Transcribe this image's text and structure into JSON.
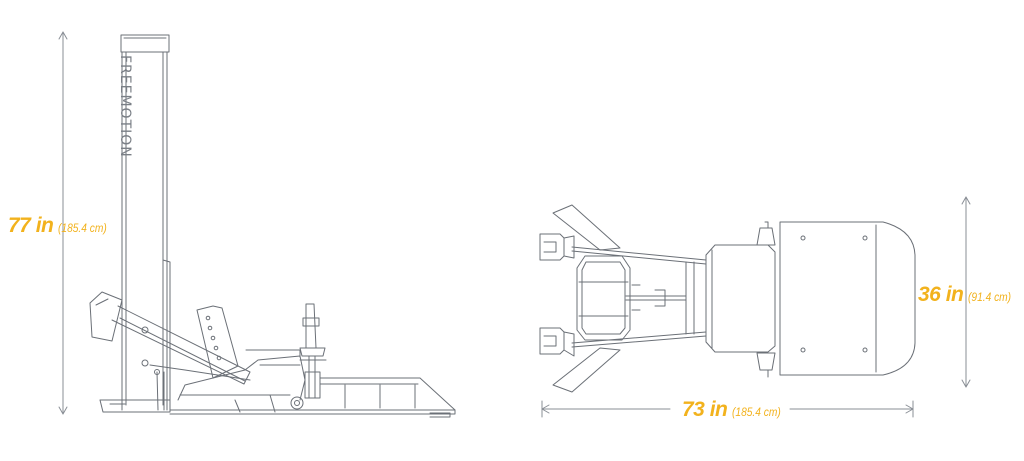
{
  "colors": {
    "accent": "#f2b21d",
    "line": "#6b7077",
    "dim_line": "#8a8f96"
  },
  "side_view": {
    "brand_label": "FREEMOTION",
    "height_dimension": {
      "value": "77 in",
      "metric": "(185.4 cm)"
    }
  },
  "top_view": {
    "width_dimension": {
      "value": "36 in",
      "metric": "(91.4 cm)"
    },
    "length_dimension": {
      "value": "73 in",
      "metric": "(185.4 cm)"
    }
  }
}
